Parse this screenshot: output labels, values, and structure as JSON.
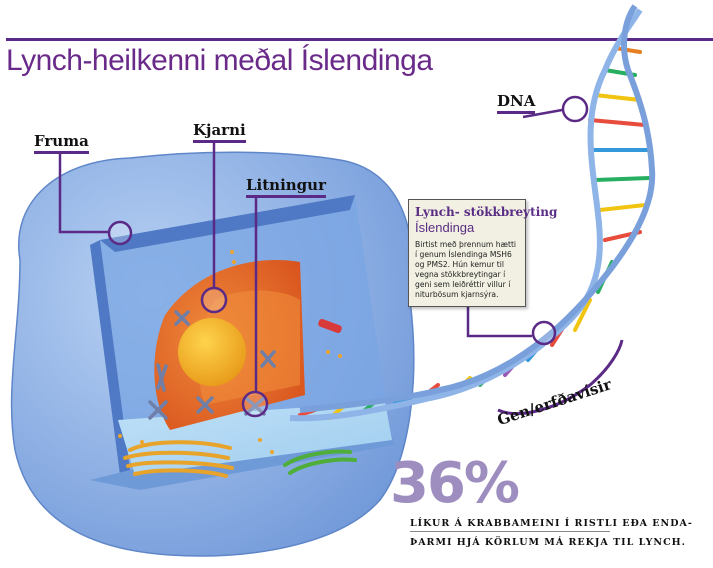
{
  "title": "Lynch-heilkenni meðal Íslendinga",
  "labels": {
    "cell": "Fruma",
    "nucleus": "Kjarni",
    "chromosome": "Litningur",
    "dna": "DNA",
    "gene": "Gen/erfðavísir"
  },
  "infobox": {
    "heading": "Lynch- stökkbreyting",
    "subheading": "Íslendinga",
    "body": "Birtist með þrennum hætti í genum Íslendinga MSH6 og PMS2. Hún kemur til vegna stökkbreytingar í geni sem leiðréttir villur í niturbösum kjarnsýra."
  },
  "stat": {
    "value": "36%",
    "line1": "LÍKUR Á KRABBAMEINI Í RISTLI EÐA ENDA-",
    "line2": "ÞARMI HJÁ KÖRLUM MÁ REKJA TIL LYNCH."
  },
  "colors": {
    "accent": "#5b2a86",
    "cell_outer": "#86aee6",
    "nucleus": "#e7682a",
    "nucleolus": "#f3b12a",
    "dna_backbone": "#8fb4e8",
    "stat": "#9e8ec0"
  }
}
